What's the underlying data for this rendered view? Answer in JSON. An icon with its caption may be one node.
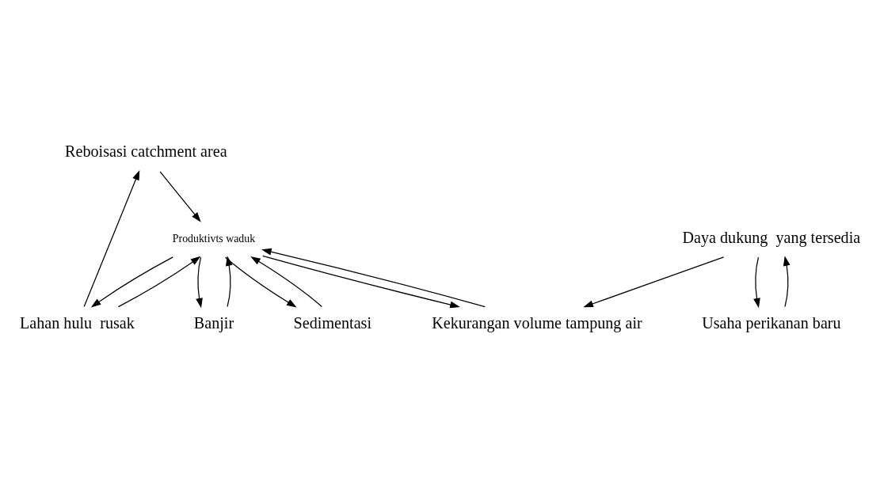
{
  "diagram": {
    "nodes": [
      {
        "text": [
          "Reboisasi catchment area"
        ]
      },
      {
        "text": [
          "Banjir"
        ]
      },
      {
        "text": [
          "Lahan hulu  rusak"
        ]
      },
      {
        "text": [
          "Produktivts waduk"
        ]
      },
      {
        "text": [
          "Usaha perikanan baru"
        ]
      },
      {
        "text": [
          "Daya dukung  yang tersedia"
        ]
      },
      {
        "text": [
          "Sedimentasi"
        ]
      },
      {
        "text": [
          "Kekurangan volume tampung air"
        ]
      }
    ],
    "edges": [
      {
        "from": 0,
        "to": 3,
        "arrow": "to"
      },
      {
        "from": 2,
        "to": 0,
        "arrow": "to"
      },
      {
        "from": 2,
        "to": 3,
        "arrow": "to"
      },
      {
        "from": 3,
        "to": 1,
        "arrow": "to"
      },
      {
        "from": 1,
        "to": 3,
        "arrow": "to"
      },
      {
        "from": 6,
        "to": 3,
        "arrow": "to"
      },
      {
        "from": 3,
        "to": 6,
        "arrow": "to"
      },
      {
        "from": 3,
        "to": 2,
        "arrow": "to"
      },
      {
        "from": 3,
        "to": 7,
        "arrow": "to"
      },
      {
        "from": 7,
        "to": 3,
        "arrow": "to"
      },
      {
        "from": 5,
        "to": 4,
        "arrow": "to"
      },
      {
        "from": 4,
        "to": 5,
        "arrow": "to"
      },
      {
        "from": 5,
        "to": 7,
        "arrow": "to"
      }
    ]
  }
}
